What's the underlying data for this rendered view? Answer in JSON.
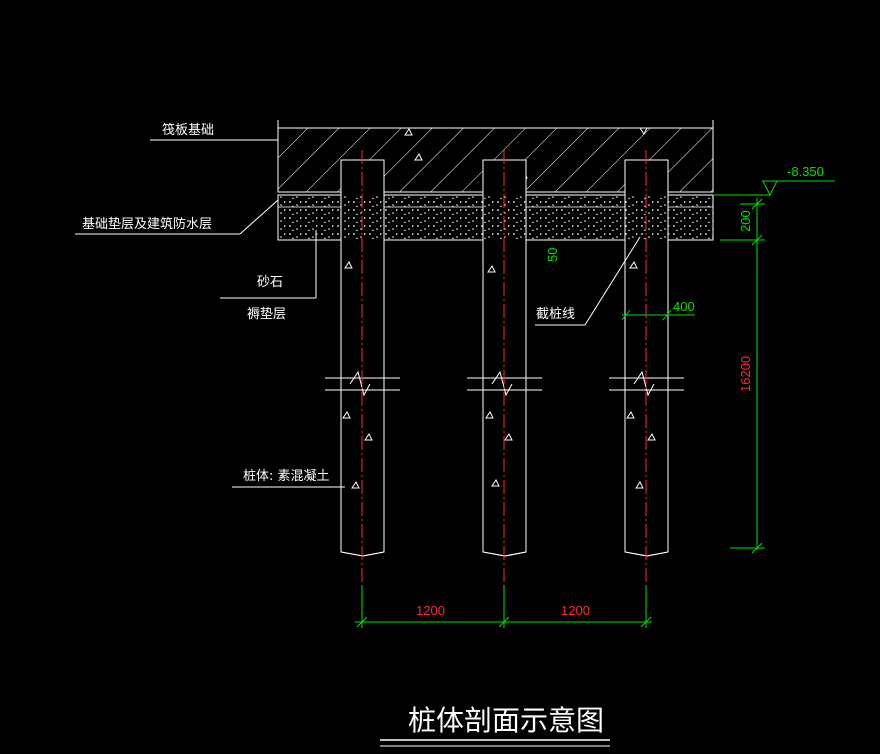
{
  "colors": {
    "background": "#000000",
    "outline": "#ffffff",
    "dimension": "#00e000",
    "center_line": "#ff2a2a",
    "dim_text_red": "#ff2a2a"
  },
  "labels": {
    "raft": "筏板基础",
    "cushion_waterproof": "基础垫层及建筑防水层",
    "gravel_line1": "砂石",
    "gravel_line2": "褥垫层",
    "cut_line": "截桩线",
    "pile_body": "桩体: 素混凝土"
  },
  "dimensions": {
    "elevation": "-8.350",
    "cushion_thickness": "200",
    "embed": "50",
    "pile_diameter": "400",
    "pile_length": "16200",
    "spacing_1": "1200",
    "spacing_2": "1200"
  },
  "title": "桩体剖面示意图"
}
